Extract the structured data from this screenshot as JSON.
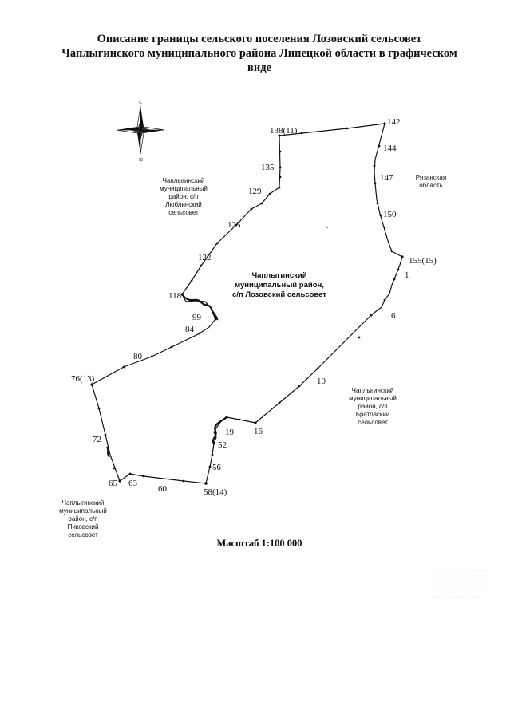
{
  "title": {
    "line1": "Описание границы сельского поселения Лозовский сельсовет",
    "line2": "Чаплыгинского муниципального района Липецкой области в графическом",
    "line3": "виде"
  },
  "compass": {
    "north": "С",
    "south": "Ю"
  },
  "regions": {
    "lyublino": [
      "Чаплыгинский",
      "муниципальный",
      "район, с/п",
      "Люблинский",
      "сельсовет"
    ],
    "ryazan": [
      "Рязанская",
      "область"
    ],
    "center": [
      "Чаплыгинский",
      "муниципальный район,",
      "с/п Лозовский сельсовет"
    ],
    "bratovo": [
      "Чаплыгинский",
      "муниципальный",
      "район, с/п",
      "Братовский",
      "сельсовет"
    ],
    "pikovo": [
      "Чаплыгинский",
      "муниципальный",
      "район, с/п",
      "Пиковский",
      "сельсовет"
    ]
  },
  "point_labels": [
    "138(11)",
    "142",
    "144",
    "147",
    "150",
    "155(15)",
    "1",
    "6",
    "10",
    "16",
    "19",
    "52",
    "56",
    "58(14)",
    "60",
    "63",
    "65",
    "72",
    "76(13)",
    "80",
    "84",
    "99",
    "118",
    "122",
    "125",
    "129",
    "135"
  ],
  "scale": "Масштаб 1:100 000"
}
